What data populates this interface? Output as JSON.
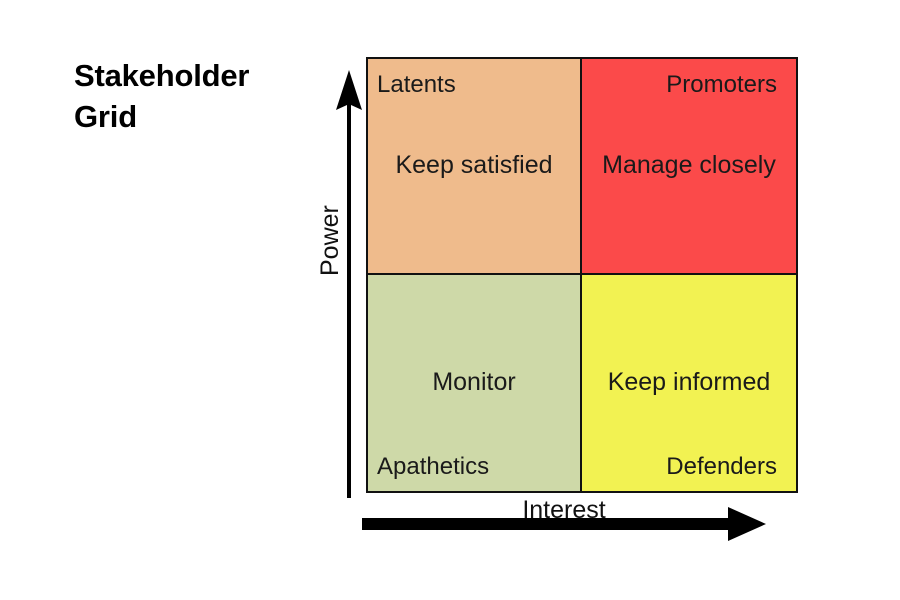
{
  "title": {
    "line1": "Stakeholder",
    "line2": "Grid"
  },
  "axes": {
    "y_label": "Power",
    "x_label": "Interest",
    "y_arrow_icon": "arrow-up-icon",
    "x_arrow_icon": "arrow-right-icon"
  },
  "matrix": {
    "quadrants": [
      {
        "position": "top-left",
        "group": "Latents",
        "action": "Keep satisfied",
        "color": "#EFBB8C"
      },
      {
        "position": "top-right",
        "group": "Promoters",
        "action": "Manage closely",
        "color": "#FB4A4A"
      },
      {
        "position": "bottom-left",
        "group": "Apathetics",
        "action": "Monitor",
        "color": "#CED9A8"
      },
      {
        "position": "bottom-right",
        "group": "Defenders",
        "action": "Keep informed",
        "color": "#F2F252"
      }
    ],
    "border_color": "#111111"
  }
}
